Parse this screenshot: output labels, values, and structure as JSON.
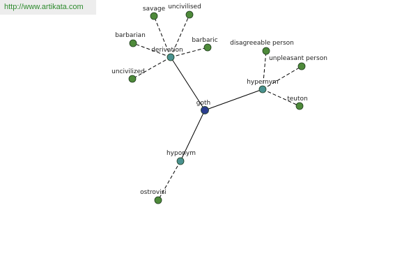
{
  "watermark": "http://www.artikata.com",
  "colors": {
    "root": "#2b3d8f",
    "relation": "#4a9290",
    "leaf": "#4e8a3a"
  },
  "graph": {
    "nodes": [
      {
        "id": "goth",
        "label": "goth",
        "kind": "root"
      },
      {
        "id": "derivation",
        "label": "derivation",
        "kind": "relation"
      },
      {
        "id": "hypernym",
        "label": "hypernym",
        "kind": "relation"
      },
      {
        "id": "hyponym",
        "label": "hyponym",
        "kind": "relation"
      },
      {
        "id": "savage",
        "label": "savage",
        "kind": "leaf"
      },
      {
        "id": "uncivilised",
        "label": "uncivilised",
        "kind": "leaf"
      },
      {
        "id": "barbarian",
        "label": "barbarian",
        "kind": "leaf"
      },
      {
        "id": "barbaric",
        "label": "barbaric",
        "kind": "leaf"
      },
      {
        "id": "uncivilized",
        "label": "uncivilized",
        "kind": "leaf"
      },
      {
        "id": "disagreeable",
        "label": "disagreeable person",
        "kind": "leaf"
      },
      {
        "id": "unpleasant",
        "label": "unpleasant person",
        "kind": "leaf"
      },
      {
        "id": "teuton",
        "label": "teuton",
        "kind": "leaf"
      },
      {
        "id": "ostrovisi",
        "label": "ostrovisi",
        "kind": "leaf"
      }
    ],
    "edges": [
      {
        "from": "goth",
        "to": "derivation",
        "style": "solid"
      },
      {
        "from": "goth",
        "to": "hypernym",
        "style": "solid"
      },
      {
        "from": "goth",
        "to": "hyponym",
        "style": "solid"
      },
      {
        "from": "derivation",
        "to": "savage",
        "style": "dashed"
      },
      {
        "from": "derivation",
        "to": "uncivilised",
        "style": "dashed"
      },
      {
        "from": "derivation",
        "to": "barbarian",
        "style": "dashed"
      },
      {
        "from": "derivation",
        "to": "barbaric",
        "style": "dashed"
      },
      {
        "from": "derivation",
        "to": "uncivilized",
        "style": "dashed"
      },
      {
        "from": "hypernym",
        "to": "disagreeable",
        "style": "dashed"
      },
      {
        "from": "hypernym",
        "to": "unpleasant",
        "style": "dashed"
      },
      {
        "from": "hypernym",
        "to": "teuton",
        "style": "dashed"
      },
      {
        "from": "hyponym",
        "to": "ostrovisi",
        "style": "dashed"
      }
    ]
  }
}
